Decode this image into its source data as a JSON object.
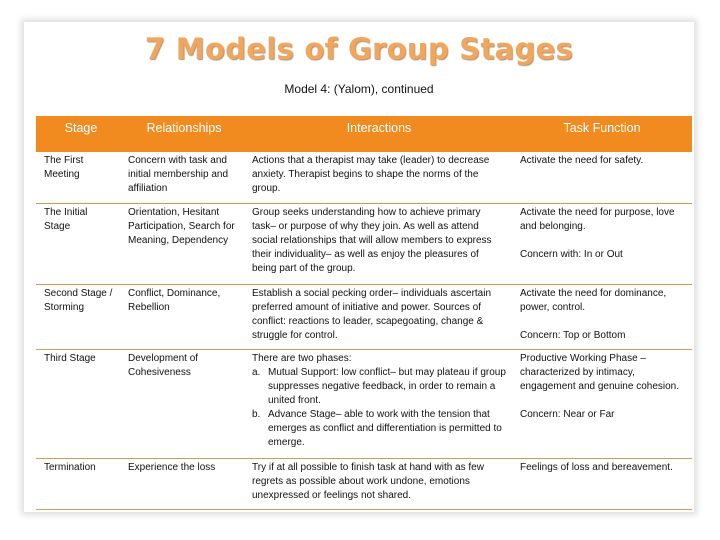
{
  "title": "7 Models of Group Stages",
  "subtitle": "Model 4: (Yalom), continued",
  "headers": [
    "Stage",
    "Relationships",
    "Interactions",
    "Task Function"
  ],
  "rows": [
    {
      "stage": "The First Meeting",
      "relationships": "Concern with task and initial membership and affiliation",
      "interactions": "Actions that a therapist may take (leader) to decrease anxiety. Therapist begins to shape the norms of the group.",
      "task": [
        "Activate the need for safety."
      ]
    },
    {
      "stage": "The Initial Stage",
      "relationships": "Orientation, Hesitant Participation, Search for Meaning, Dependency",
      "interactions": "Group seeks understanding how to achieve primary task– or purpose of why they join. As well as attend social relationships that will allow members to express their individuality– as well as enjoy the pleasures of being part of the group.",
      "task": [
        "Activate the need for purpose, love and belonging.",
        "Concern with: In or Out"
      ]
    },
    {
      "stage": "Second Stage / Storming",
      "relationships": "Conflict, Dominance, Rebellion",
      "interactions": "Establish a social pecking order– individuals ascertain preferred amount of initiative and power. Sources of conflict: reactions to leader, scapegoating, change & struggle for control.",
      "task": [
        "Activate the need for dominance, power, control.",
        "Concern: Top or Bottom"
      ]
    },
    {
      "stage": "Third Stage",
      "relationships": "Development of Cohesiveness",
      "interactions_intro": "There are two phases:",
      "interactions_items": [
        {
          "marker": "a.",
          "text": "Mutual Support: low conflict– but may plateau if group suppresses negative feedback, in order to remain a united front."
        },
        {
          "marker": "b.",
          "text": "Advance Stage– able to work with the tension that emerges as conflict and differentiation is permitted to emerge."
        }
      ],
      "task": [
        "Productive Working Phase – characterized by intimacy, engagement and genuine cohesion.",
        "Concern: Near or Far"
      ]
    },
    {
      "stage": "Termination",
      "relationships": "Experience the loss",
      "interactions": "Try if at all possible to finish task at hand with as few regrets as possible about work undone, emotions unexpressed or feelings not shared.",
      "task": [
        "Feelings of loss and bereavement."
      ]
    }
  ]
}
